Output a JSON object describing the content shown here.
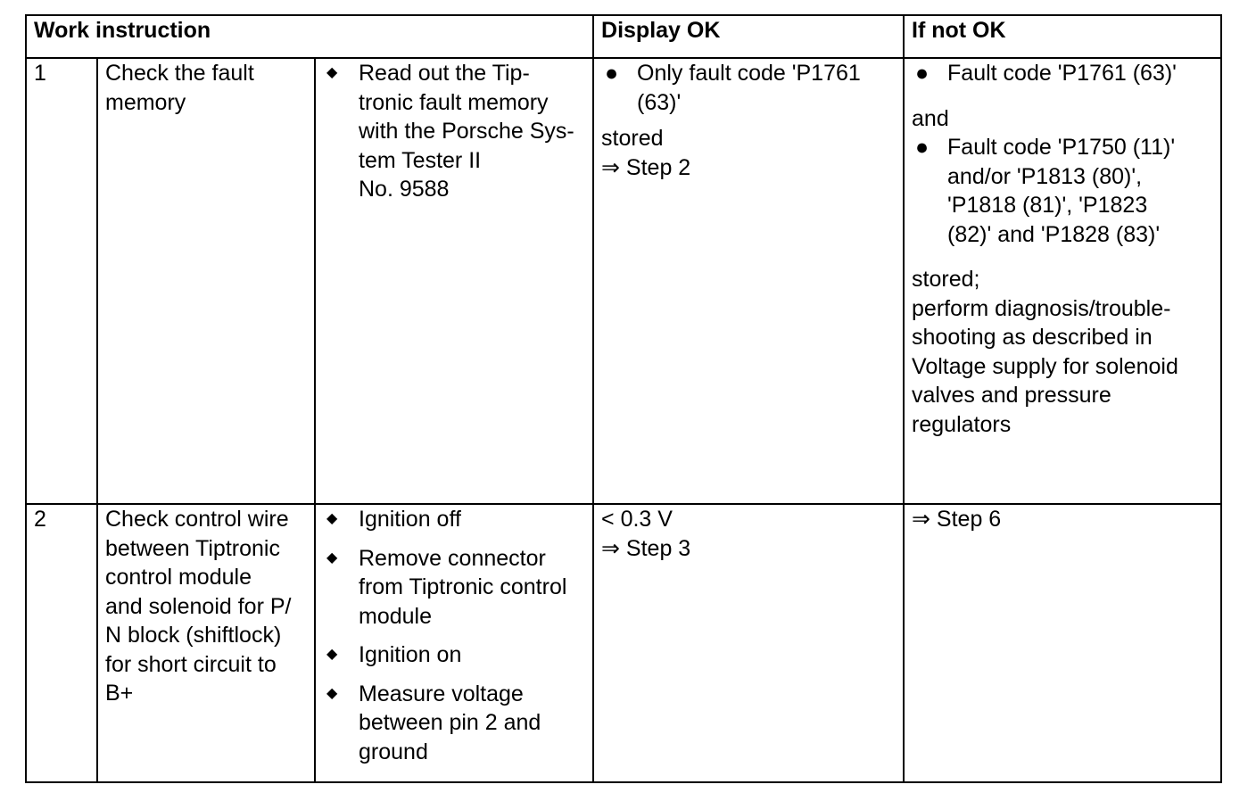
{
  "header": {
    "work_instruction": "Work instruction",
    "display_ok": "Display OK",
    "if_not_ok": "If not OK"
  },
  "rows": [
    {
      "number": "1",
      "task": "Check the fault\nmemory",
      "steps": [
        "Read out the Tip-\ntronic fault memory\nwith the Porsche Sys-\ntem Tester II\nNo. 9588"
      ],
      "display_ok": {
        "bullet": "Only fault code 'P1761\n(63)'",
        "stored": "stored",
        "next": "⇒ Step 2"
      },
      "if_not_ok": {
        "bullet1": "Fault code 'P1761 (63)'",
        "and": "and",
        "bullet2": "Fault code 'P1750 (11)'\nand/or 'P1813 (80)',\n'P1818 (81)', 'P1823\n(82)' and 'P1828 (83)'",
        "stored": "stored;",
        "action": "perform diagnosis/trouble-\nshooting as described in\nVoltage supply for solenoid\nvalves and pressure\nregulators"
      }
    },
    {
      "number": "2",
      "task": "Check control wire\nbetween Tiptronic\ncontrol module\nand solenoid for P/\nN block (shiftlock)\nfor short circuit to\nB+",
      "steps": [
        "Ignition off",
        "Remove connector\nfrom Tiptronic control\nmodule",
        "Ignition on",
        "Measure voltage\nbetween pin 2 and\nground"
      ],
      "display_ok": {
        "value": "< 0.3 V",
        "next": "⇒ Step 3"
      },
      "if_not_ok": {
        "next": "⇒ Step 6"
      }
    }
  ],
  "icons": {
    "step_bullet": "diamond-bullet-icon",
    "result_bullet": "dot-bullet-icon"
  }
}
